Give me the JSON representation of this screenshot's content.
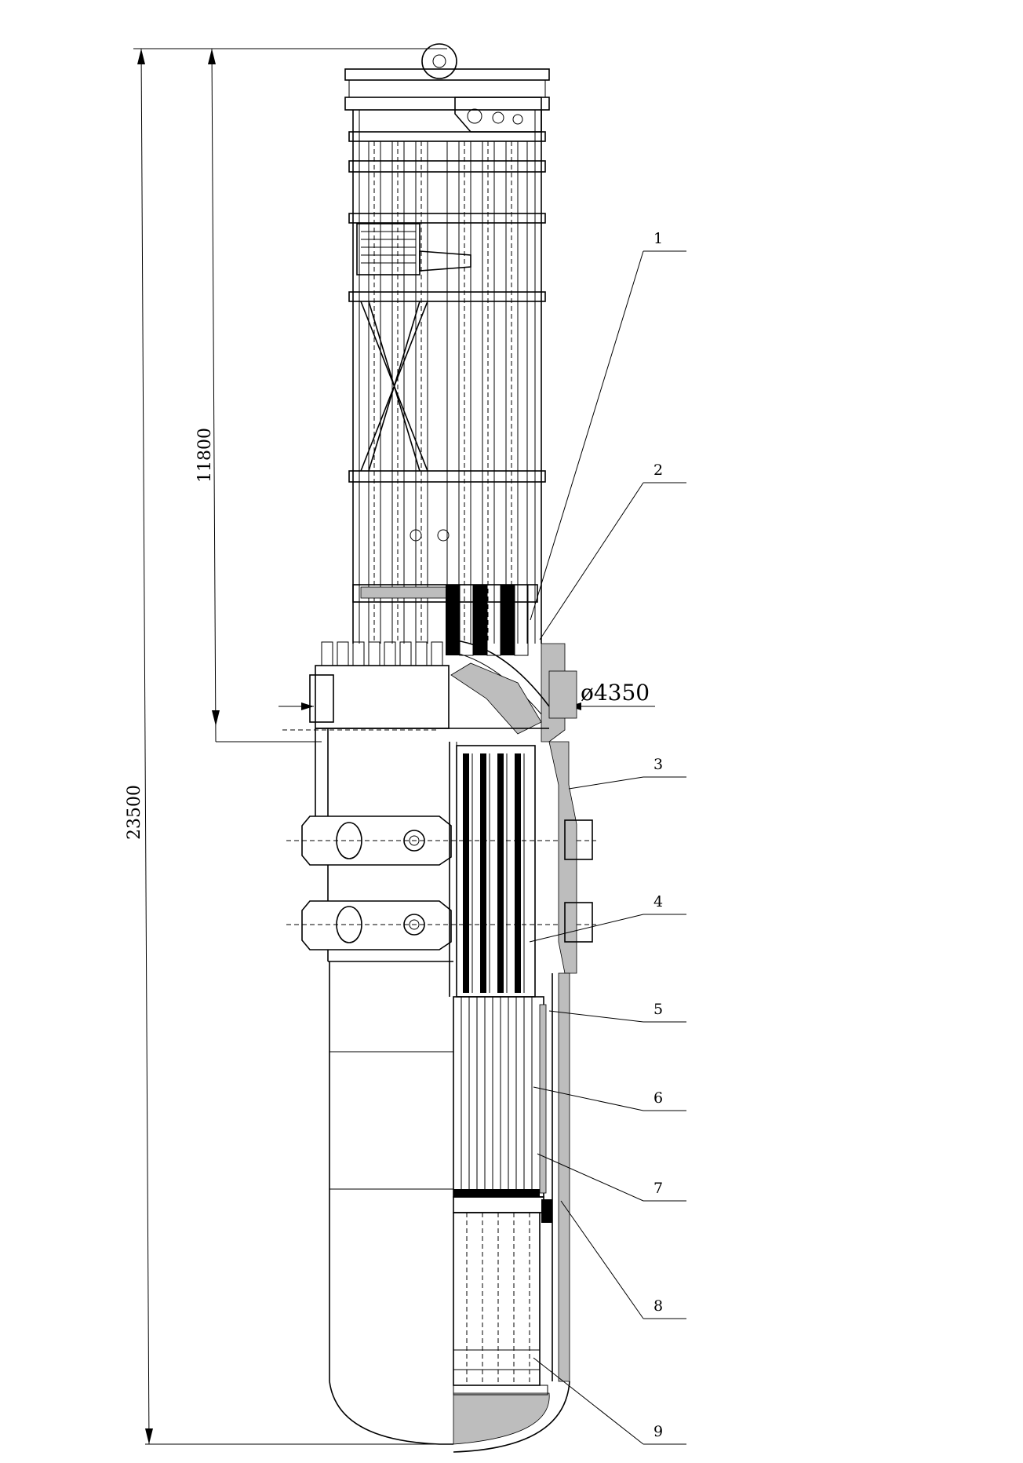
{
  "dimensions": {
    "overall_height": "23500",
    "upper_height": "11800",
    "diameter": "ø4350"
  },
  "callouts": [
    {
      "label": "1"
    },
    {
      "label": "2"
    },
    {
      "label": "3"
    },
    {
      "label": "4"
    },
    {
      "label": "5"
    },
    {
      "label": "6"
    },
    {
      "label": "7"
    },
    {
      "label": "8"
    },
    {
      "label": "9"
    }
  ]
}
